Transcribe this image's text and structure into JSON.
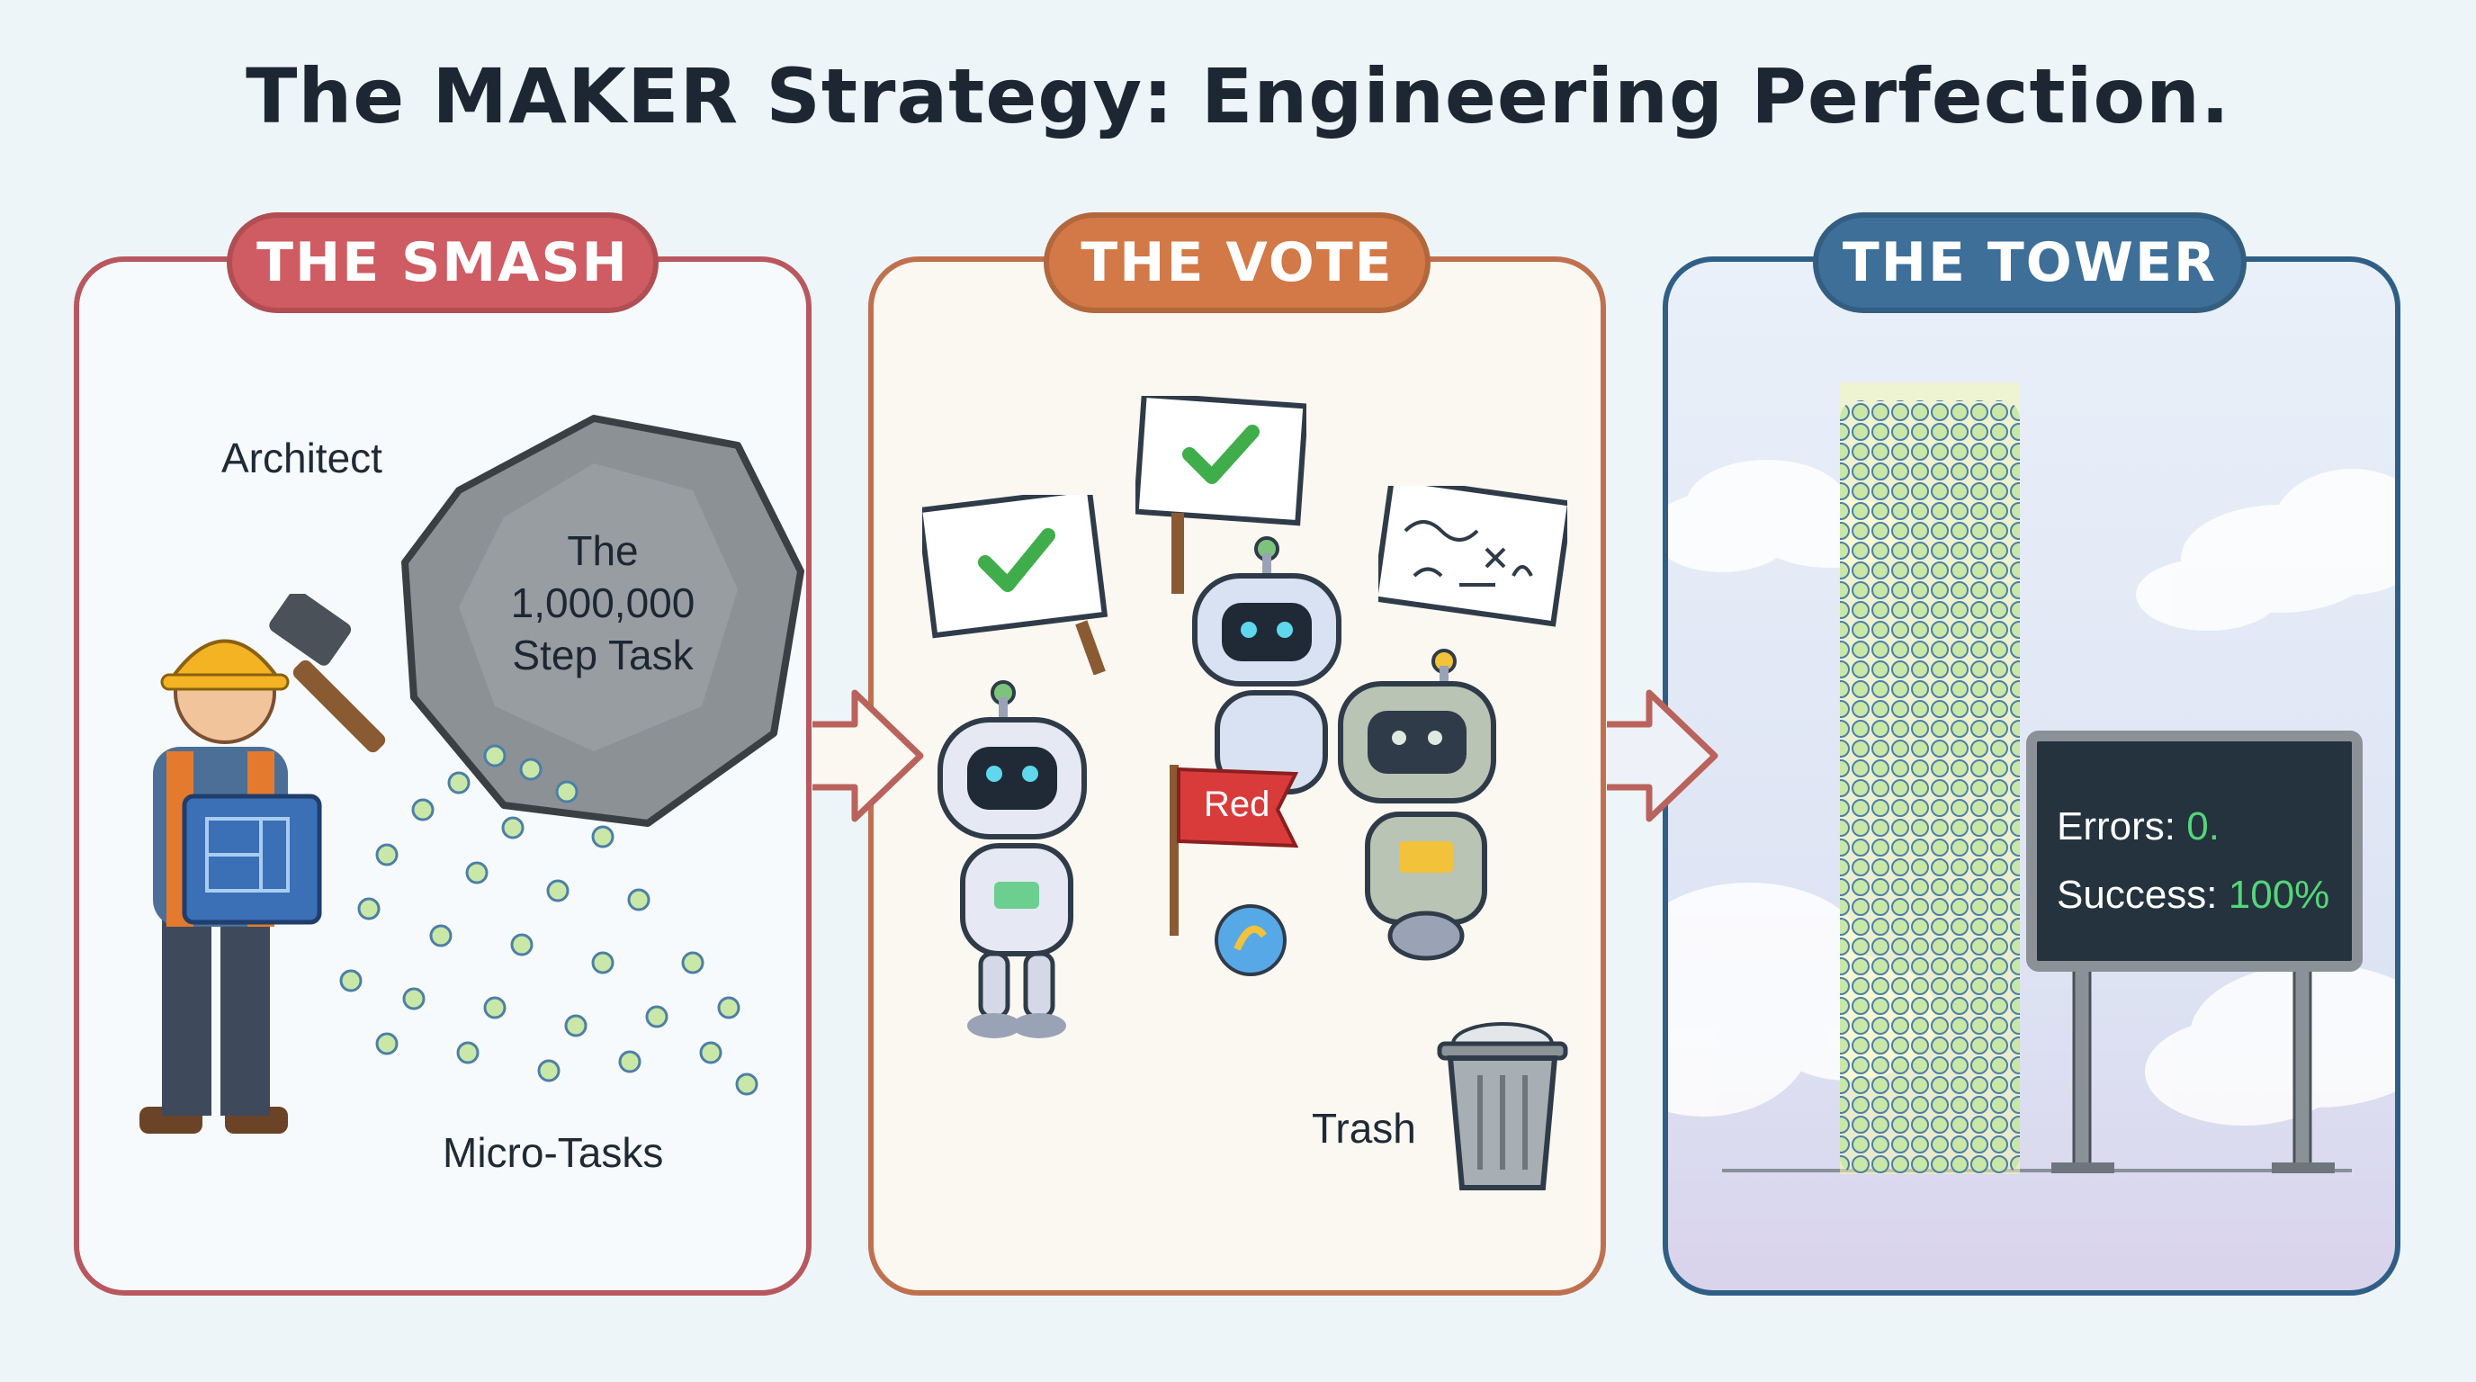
{
  "title": "The MAKER Strategy: Engineering Perfection.",
  "panels": {
    "smash": {
      "heading": "THE SMASH",
      "architect_label": "Architect",
      "boulder_text": [
        "The",
        "1,000,000",
        "Step Task"
      ],
      "micro_tasks_label": "Micro-Tasks"
    },
    "vote": {
      "heading": "THE VOTE",
      "flag_label": "Red",
      "trash_label": "Trash"
    },
    "tower": {
      "heading": "THE TOWER",
      "errors_label": "Errors:",
      "errors_value": "0.",
      "success_label": "Success:",
      "success_value": "100%"
    }
  },
  "colors": {
    "smash": "#cf5c63",
    "vote": "#d27947",
    "tower": "#3d6f98",
    "success_green": "#54d67a"
  },
  "icons": [
    "hard-hat-icon",
    "hammer-icon",
    "blueprint-icon",
    "boulder-icon",
    "robot-icon",
    "check-sign-icon",
    "flag-icon",
    "trash-can-icon",
    "tower-icon",
    "billboard-icon",
    "cloud-icon",
    "arrow-right-icon"
  ]
}
